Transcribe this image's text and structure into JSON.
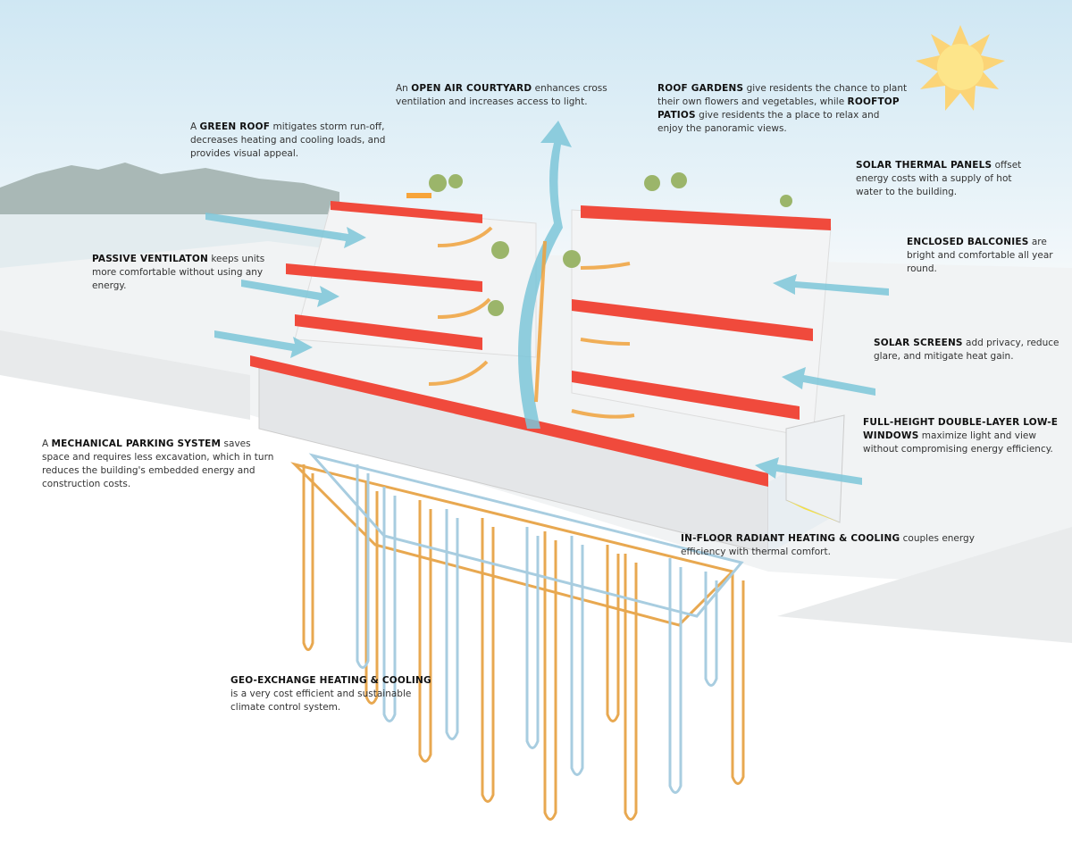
{
  "annotations": {
    "open_air_courtyard": [
      {
        "b": false,
        "t": "An "
      },
      {
        "b": true,
        "t": "OPEN AIR COURTYARD"
      },
      {
        "b": false,
        "t": " enhances cross ventilation and increases access to light."
      }
    ],
    "green_roof": [
      {
        "b": false,
        "t": "A "
      },
      {
        "b": true,
        "t": "GREEN ROOF"
      },
      {
        "b": false,
        "t": " mitigates storm run-off, decreases heating and cooling loads, and provides visual appeal."
      }
    ],
    "roof_gardens": [
      {
        "b": true,
        "t": "ROOF GARDENS"
      },
      {
        "b": false,
        "t": " give residents the chance to plant their own flowers and vegetables, while "
      },
      {
        "b": true,
        "t": "ROOFTOP PATIOS"
      },
      {
        "b": false,
        "t": " give residents the a place to relax and enjoy the panoramic views."
      }
    ],
    "solar_thermal_panels": [
      {
        "b": true,
        "t": "SOLAR THERMAL PANELS"
      },
      {
        "b": false,
        "t": " offset energy costs with a supply of hot water to the building."
      }
    ],
    "enclosed_balconies": [
      {
        "b": true,
        "t": "ENCLOSED BALCONIES"
      },
      {
        "b": false,
        "t": " are bright and comfortable all year round."
      }
    ],
    "passive_ventilation": [
      {
        "b": true,
        "t": "PASSIVE VENTILATON"
      },
      {
        "b": false,
        "t": " keeps units more comfortable without using any energy."
      }
    ],
    "solar_screens": [
      {
        "b": true,
        "t": "SOLAR SCREENS"
      },
      {
        "b": false,
        "t": " add privacy, reduce glare, and mitigate heat gain."
      }
    ],
    "low_e_windows": [
      {
        "b": true,
        "t": "FULL-HEIGHT DOUBLE-LAYER LOW-E WINDOWS"
      },
      {
        "b": false,
        "t": " maximize light and view without compromising energy efficiency."
      }
    ],
    "mechanical_parking": [
      {
        "b": false,
        "t": "A "
      },
      {
        "b": true,
        "t": "MECHANICAL PARKING SYSTEM"
      },
      {
        "b": false,
        "t": " saves space and requires less excavation, which in turn reduces the building's embedded energy and construction costs."
      }
    ],
    "in_floor_radiant": [
      {
        "b": true,
        "t": "IN-FLOOR RADIANT HEATING & COOLING"
      },
      {
        "b": false,
        "t": " couples energy efficiency with thermal comfort."
      }
    ],
    "geo_exchange": [
      {
        "b": true,
        "t": "GEO-EXCHANGE HEATING & COOLING"
      },
      {
        "b": false,
        "t": " is a very cost efficient and sustainable climate control system."
      }
    ]
  },
  "colors": {
    "slab": "#f04a3c",
    "airflow": "#7cc6d8",
    "warm": "#f0a23c",
    "geo_warm": "#e8a850",
    "geo_cool": "#a8cde0",
    "sun": "#fbd96a"
  }
}
